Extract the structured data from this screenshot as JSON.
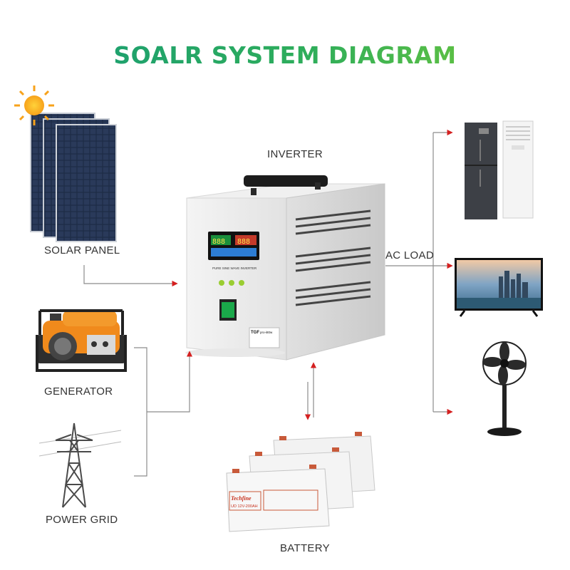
{
  "title": "SOALR SYSTEM DIAGRAM",
  "labels": {
    "inverter": "INVERTER",
    "solar_panel": "SOLAR  PANEL",
    "generator": "GENERATOR",
    "power_grid": "POWER GRID",
    "ac_load": "AC LOAD",
    "battery": "BATTERY"
  },
  "inverter_panel": {
    "brand": "TGF",
    "model": "pro-i80w",
    "subtitle": "PURE SINE WAVE INVERTER",
    "lcd_left": "888",
    "lcd_right": "888"
  },
  "battery_panel": {
    "brand": "Techfine",
    "spec": "UD 12V-200AH"
  },
  "colors": {
    "arrow": "#d42020",
    "line": "#8c8c8c",
    "title_start": "#159a78",
    "title_end": "#7ccc34"
  }
}
